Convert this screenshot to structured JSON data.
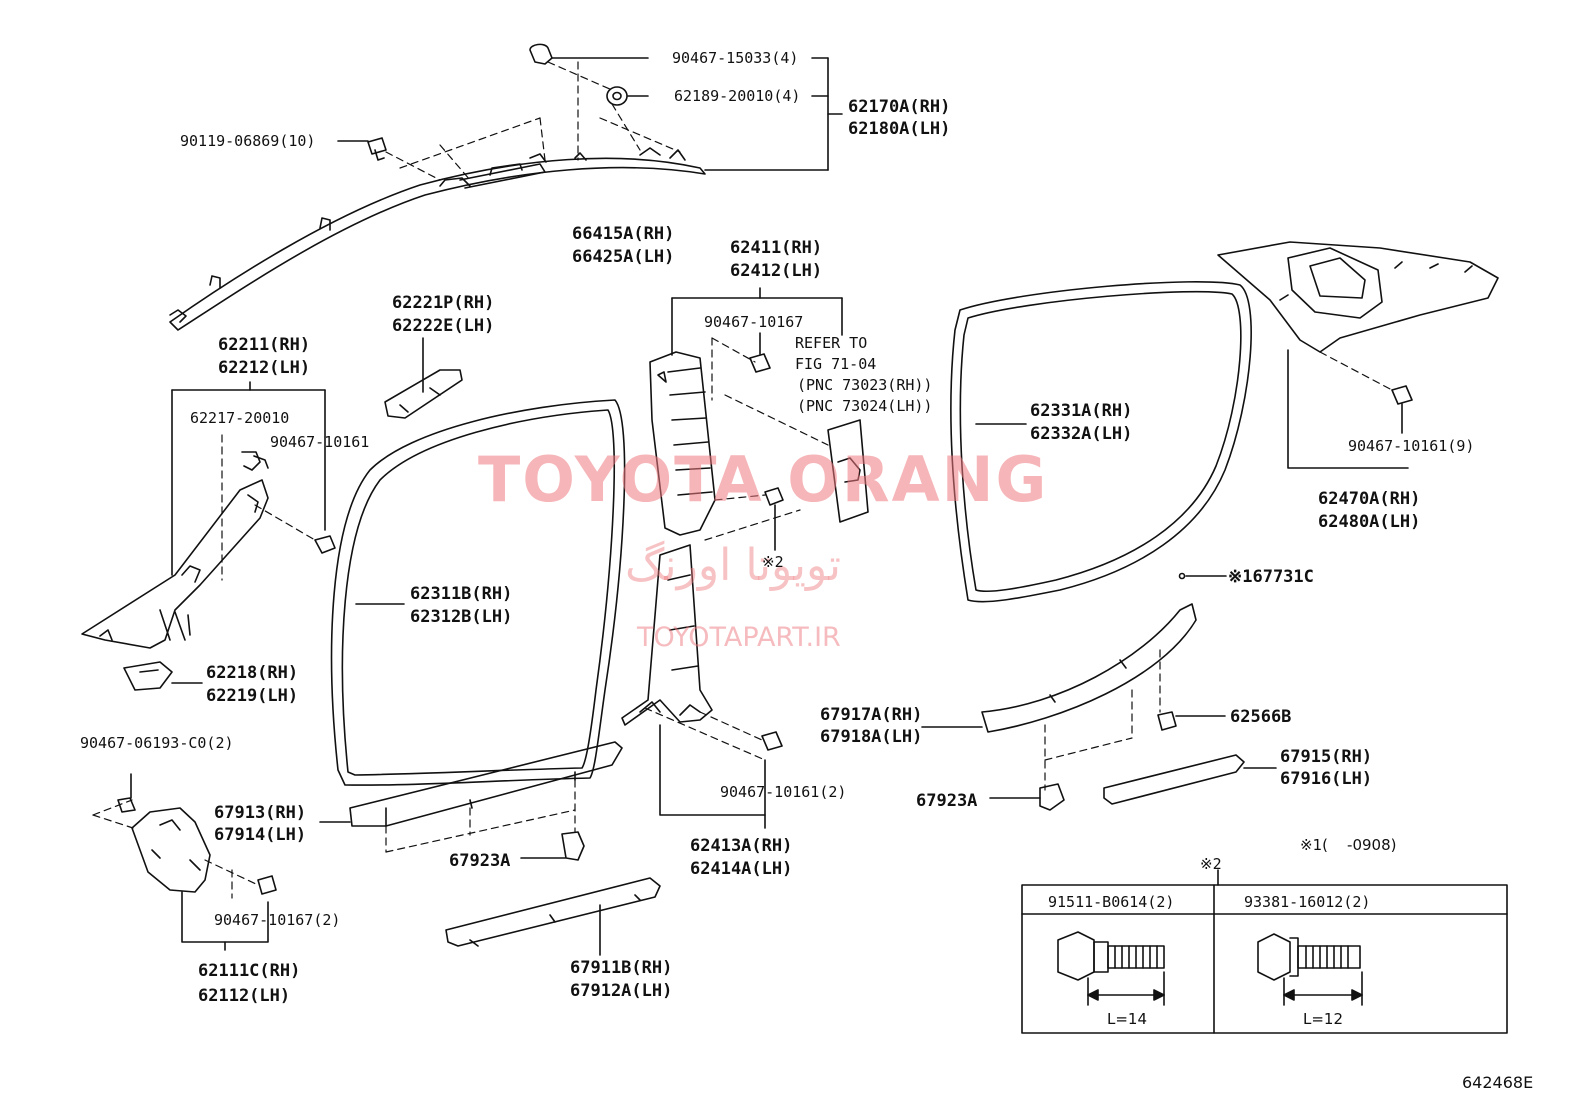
{
  "watermark": {
    "title": "TOYOTA ORANG",
    "arabic": "تویوتا اورنگ",
    "url": "TOYOTAPART.IR"
  },
  "figure_code": "642468E",
  "note1": "※1(    -0908)",
  "parts": {
    "p90467_15033": "90467-15033(4)",
    "p62189_20010": "62189-20010(4)",
    "p62170A": "62170A(RH)",
    "p62180A": "62180A(LH)",
    "p90119_06869": "90119-06869(10)",
    "p66415A": "66415A(RH)",
    "p66425A": "66425A(LH)",
    "p62411": "62411(RH)",
    "p62412": "62412(LH)",
    "p90467_10167_a": "90467-10167",
    "refer1": "REFER TO",
    "refer2": "FIG 71-04",
    "refer3": "(PNC 73023(RH))",
    "refer4": "(PNC 73024(LH))",
    "p62221P": "62221P(RH)",
    "p62222E": "62222E(LH)",
    "p62211": "62211(RH)",
    "p62212": "62212(LH)",
    "p62217_20010": "62217-20010",
    "p90467_10161_a": "90467-10161",
    "p62331A": "62331A(RH)",
    "p62332A": "62332A(LH)",
    "p90467_10161_9": "90467-10161(9)",
    "p62470A": "62470A(RH)",
    "p62480A": "62480A(LH)",
    "mark2_a": "※2",
    "p67731C": "※167731C",
    "p62311B": "62311B(RH)",
    "p62312B": "62312B(LH)",
    "p62218": "62218(RH)",
    "p62219": "62219(LH)",
    "p67917A": "67917A(RH)",
    "p67918A": "67918A(LH)",
    "p62566B": "62566B",
    "p90467_06193": "90467-06193-C0(2)",
    "p67915": "67915(RH)",
    "p67916": "67916(LH)",
    "p90467_10161_2": "90467-10161(2)",
    "p67923A_r": "67923A",
    "p67913": "67913(RH)",
    "p67914": "67914(LH)",
    "p62413A": "62413A(RH)",
    "p62414A": "62414A(LH)",
    "p67923A_l": "67923A",
    "p90467_10167_2": "90467-10167(2)",
    "p62111C": "62111C(RH)",
    "p62112": "62112(LH)",
    "p67911B": "67911B(RH)",
    "p67912A": "67912A(LH)",
    "mark2_b": "※2"
  },
  "bolt_table": {
    "col1_part": "91511-B0614(2)",
    "col2_part": "93381-16012(2)",
    "col1_len": "L=14",
    "col2_len": "L=12"
  }
}
